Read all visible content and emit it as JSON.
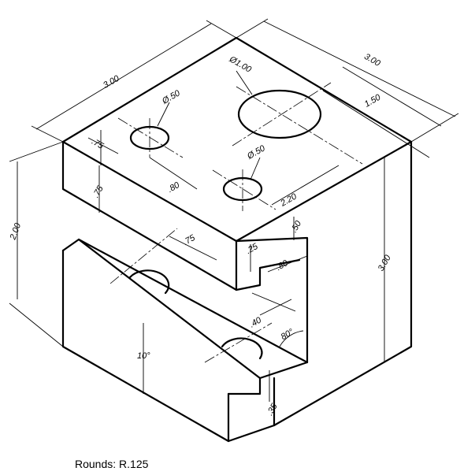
{
  "dimensions": {
    "width_top": "3.00",
    "depth_top": "3.00",
    "hole_large_dia": "Ø1.00",
    "hole_small_dia_1": "Ø.50",
    "hole_small_dia_2": "Ø.50",
    "depth_half": "1.50",
    "edge_75_top": ".75",
    "edge_75_side": ".75",
    "hole_spacing_80": ".80",
    "hole_offset_220": "2.20",
    "slot_75": ".75",
    "slot_50": ".50",
    "slot_25": ".25",
    "slot_80": ".80",
    "height_overall": "3.00",
    "height_upper": "2.00",
    "slot_40": ".40",
    "angle_80": "80°",
    "angle_10": "10°",
    "lip_35": ".35"
  },
  "notes": {
    "rounds": "Rounds: R.125"
  }
}
